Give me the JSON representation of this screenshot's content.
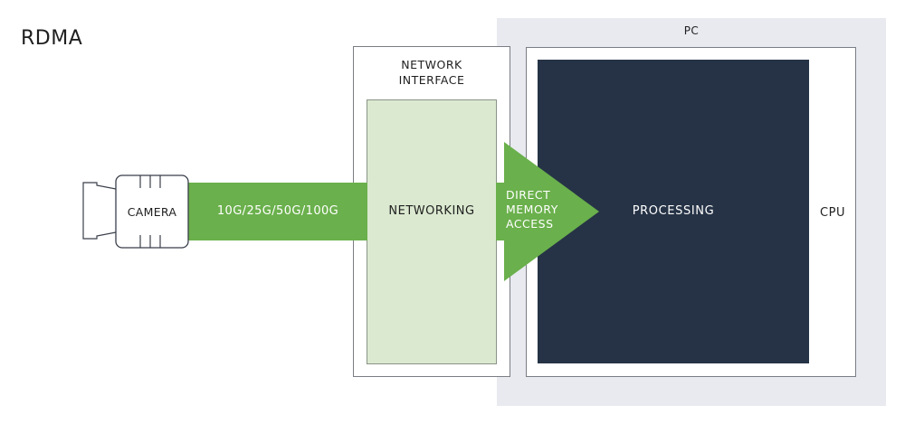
{
  "title": "RDMA",
  "pc": {
    "label": "PC",
    "background_color": "#e8eaf0"
  },
  "cpu": {
    "label": "CPU",
    "processing_label": "PROCESSING",
    "processing_color": "#263346"
  },
  "network_interface": {
    "label_line1": "NETWORK",
    "label_line2": "INTERFACE",
    "networking_label": "NETWORKING",
    "networking_color": "#dbe9d0"
  },
  "camera": {
    "label": "CAMERA"
  },
  "link": {
    "label": "10G/25G/50G/100G",
    "color": "#6ab04c"
  },
  "dma": {
    "line1": "DIRECT",
    "line2": "MEMORY",
    "line3": "ACCESS"
  }
}
